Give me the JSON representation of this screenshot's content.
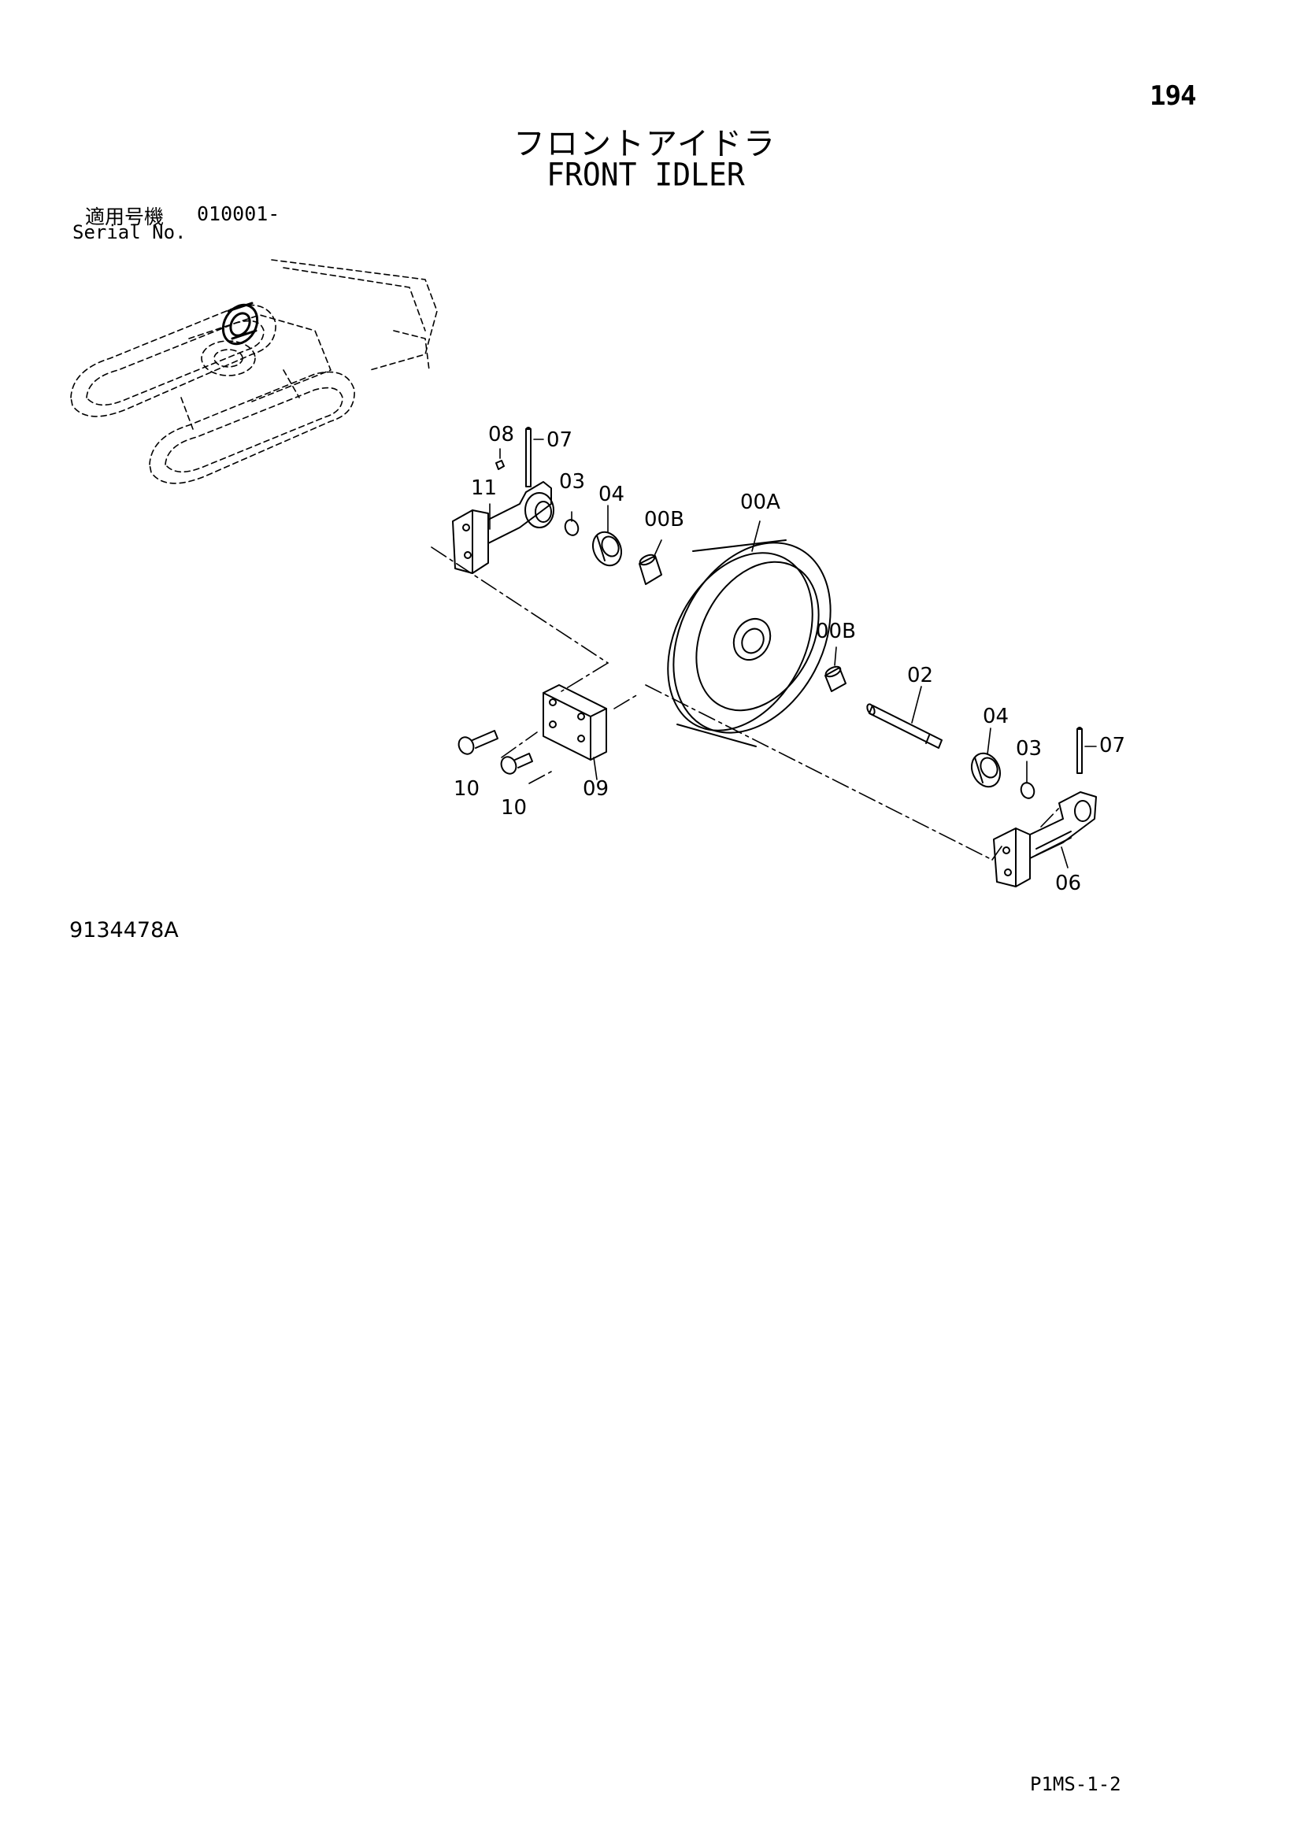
{
  "header": {
    "page_number": "194",
    "title_jp": "フロントアイドラ",
    "title_en": "FRONT IDLER"
  },
  "serial": {
    "label_jp": "適用号機",
    "code": "010001-",
    "label_en": "Serial No."
  },
  "callouts": {
    "c08": "08",
    "c07a": "07",
    "c11": "11",
    "c03a": "03",
    "c04a": "04",
    "c00Ba": "00B",
    "c00A": "00A",
    "c00Bb": "00B",
    "c02": "02",
    "c04b": "04",
    "c03b": "03",
    "c07b": "07",
    "c10a": "10",
    "c10b": "10",
    "c09": "09",
    "c06": "06"
  },
  "footer": {
    "drawing_number": "9134478A",
    "page_code": "P1MS-1-2"
  }
}
